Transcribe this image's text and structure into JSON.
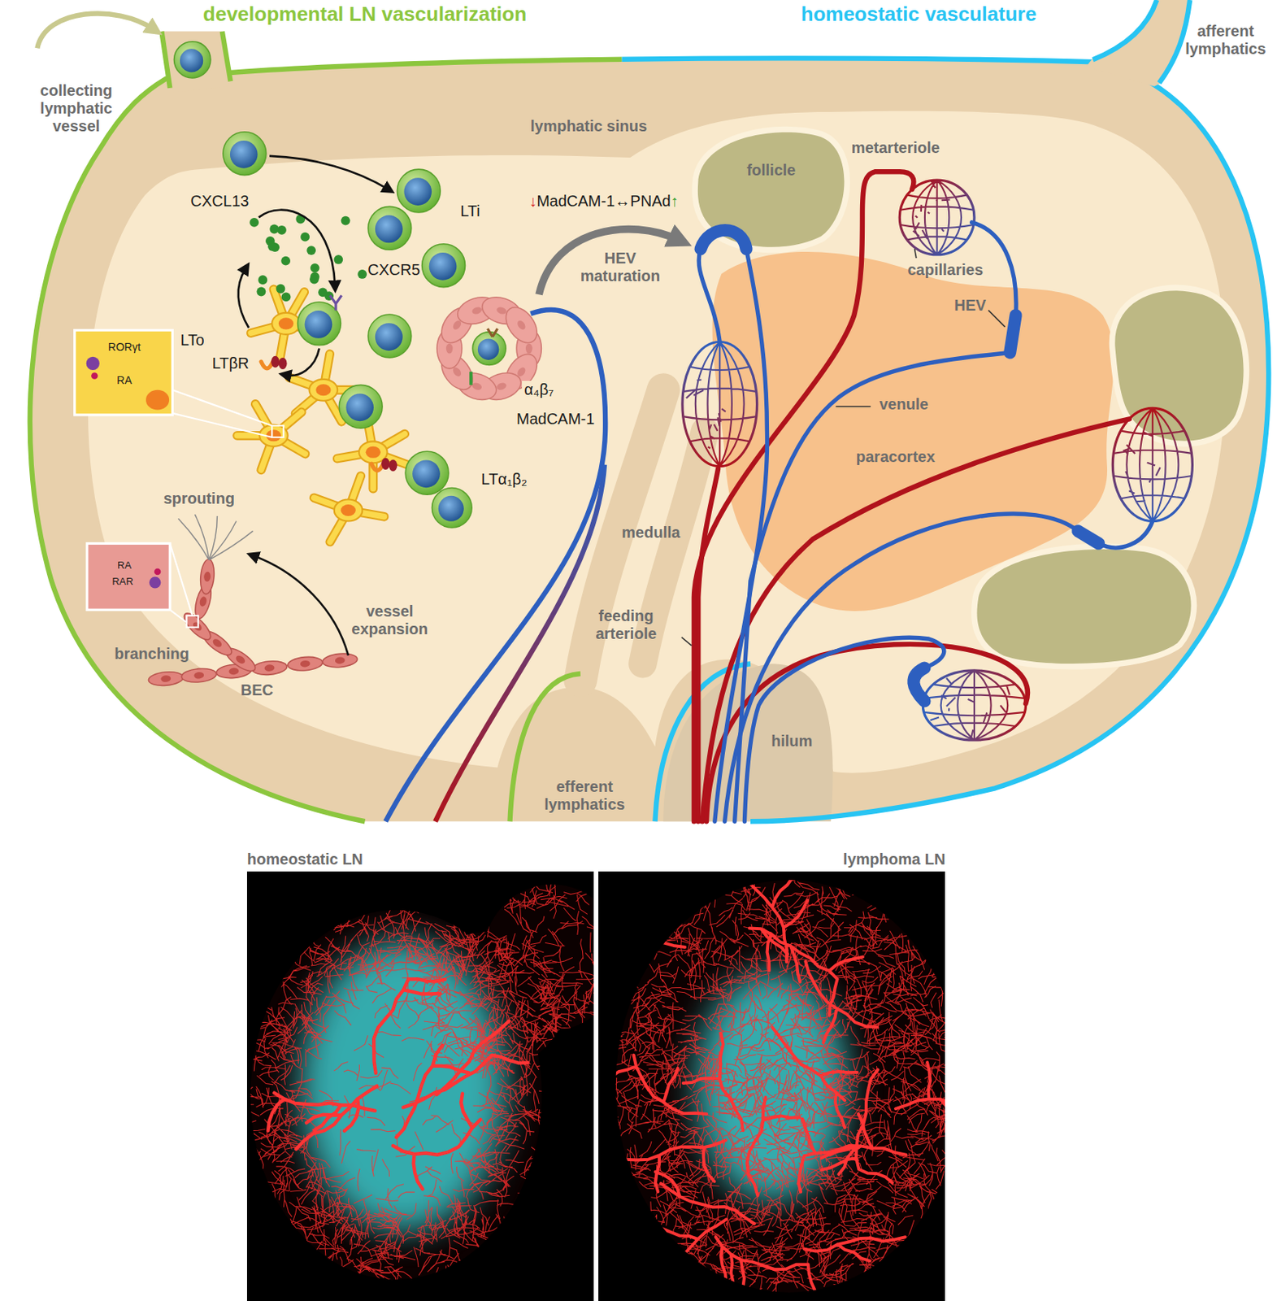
{
  "diagram": {
    "nodes": [
      {
        "text": [
          "homeostatic LN"
        ]
      },
      {
        "text": [
          "lymphoma LN"
        ]
      }
    ],
    "labels": [
      "developmental LN vascularization",
      "homeostatic vasculature",
      "collecting lymphatic vessel",
      "afferent lymphatics",
      "lymphatic sinus",
      "follicle",
      "metarteriole",
      "↓MadCAM-1↔PNAd↑",
      "HEV maturation",
      "capillaries",
      "HEV",
      "CXCL13",
      "LTi",
      "CXCR5",
      "LTo",
      "LTβR",
      "RORγt",
      "RA",
      "α₄β₇",
      "MadCAM-1",
      "venule",
      "paracortex",
      "LTα₁β₂",
      "sprouting",
      "medulla",
      "RA",
      "RAR",
      "vessel expansion",
      "feeding arteriole",
      "branching",
      "BEC",
      "hilum",
      "efferent lymphatics"
    ]
  }
}
